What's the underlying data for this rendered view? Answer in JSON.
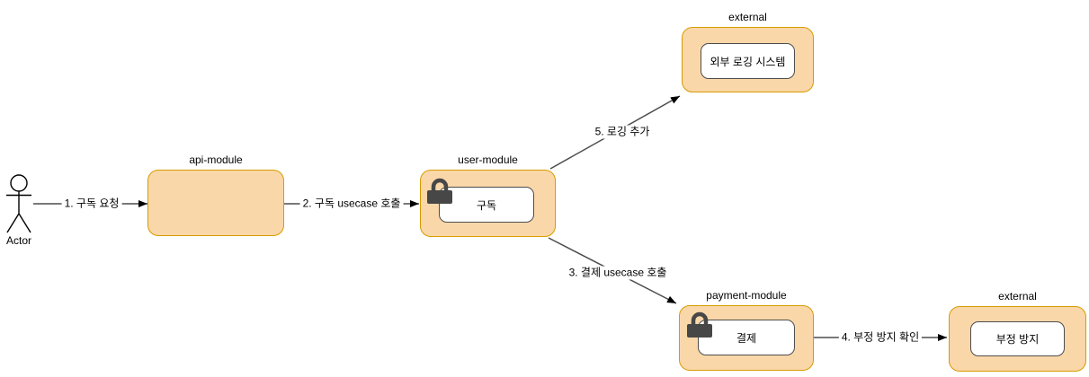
{
  "diagram": {
    "actor": {
      "label": "Actor"
    },
    "nodes": [
      {
        "id": "api-module",
        "title": "api-module"
      },
      {
        "id": "user-module",
        "title": "user-module",
        "usecase": "구독",
        "icon": "lock-icon"
      },
      {
        "id": "external-logging",
        "title": "external",
        "usecase": "외부 로깅 시스템"
      },
      {
        "id": "payment-module",
        "title": "payment-module",
        "usecase": "결제",
        "icon": "lock-icon"
      },
      {
        "id": "external-fraud",
        "title": "external",
        "usecase": "부정 방지"
      }
    ],
    "edges": [
      {
        "id": "1",
        "label": "1. 구독 요청",
        "from": "Actor",
        "to": "api-module"
      },
      {
        "id": "2",
        "label": "2. 구독 usecase 호출",
        "from": "api-module",
        "to": "user-module"
      },
      {
        "id": "3",
        "label": "3. 결제 usecase 호출",
        "from": "user-module",
        "to": "payment-module"
      },
      {
        "id": "4",
        "label": "4. 부정 방지 확인",
        "from": "payment-module",
        "to": "external-fraud"
      },
      {
        "id": "5",
        "label": "5. 로깅 추가",
        "from": "user-module",
        "to": "external-logging"
      }
    ],
    "colors": {
      "node_fill": "#FAD7A9",
      "node_stroke": "#D79B00",
      "inner_fill": "#FFFFFF",
      "inner_stroke": "#4D4D4D",
      "edge": "#4D4D4D",
      "arrowhead": "#000000",
      "text": "#000000",
      "lock": "#474747"
    }
  }
}
